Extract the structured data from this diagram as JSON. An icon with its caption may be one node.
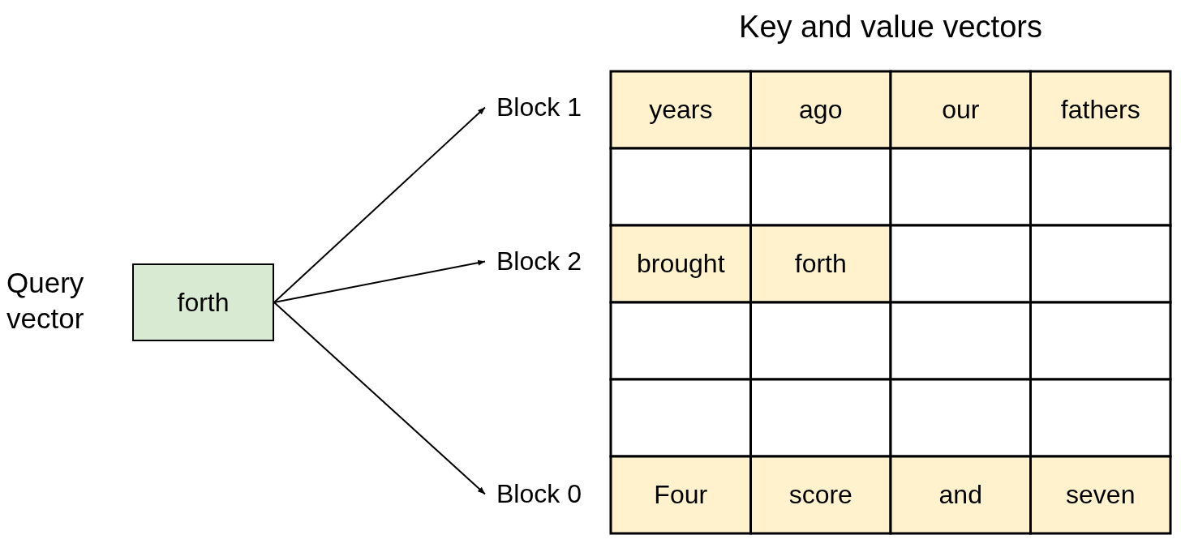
{
  "diagram": {
    "title": "Key and value vectors",
    "nodes": [
      {
        "text": [
          "forth"
        ],
        "beside": [
          "Query vector"
        ]
      },
      {
        "text": [
          "Block 1"
        ]
      },
      {
        "text": [
          "Block 2"
        ]
      },
      {
        "text": [
          "Block 0"
        ]
      }
    ],
    "edges": [
      {
        "from": 0,
        "to": 1,
        "arrow": "to"
      },
      {
        "from": 0,
        "to": 2,
        "arrow": "to"
      },
      {
        "from": 0,
        "to": 3,
        "arrow": "to"
      }
    ],
    "labels": [
      "years",
      "ago",
      "our",
      "fathers",
      "brought",
      "forth",
      "Four",
      "score",
      "and",
      "seven"
    ]
  }
}
